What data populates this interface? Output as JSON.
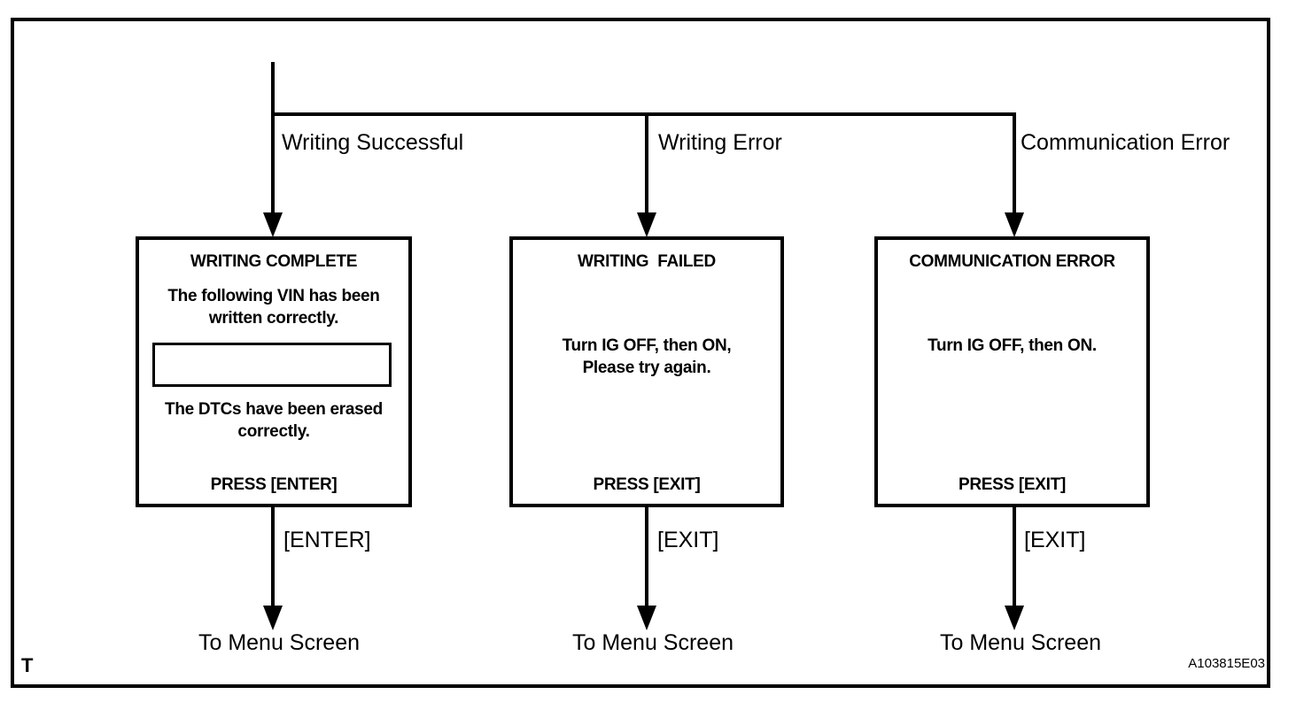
{
  "figure": {
    "corner_mark": "T",
    "figure_code": "A103815E03"
  },
  "branches": [
    {
      "condition": "Writing Successful",
      "screen": {
        "title": "WRITING COMPLETE",
        "body_top": "The following VIN has been\nwritten correctly.",
        "vin_field_value": "",
        "body_bottom": "The DTCs have been erased\ncorrectly.",
        "press_label": "PRESS [ENTER]"
      },
      "key_label": "[ENTER]",
      "destination": "To Menu Screen"
    },
    {
      "condition": "Writing Error",
      "screen": {
        "title": "WRITING  FAILED",
        "body": "Turn IG OFF, then ON,\nPlease try again.",
        "press_label": "PRESS [EXIT]"
      },
      "key_label": "[EXIT]",
      "destination": "To Menu Screen"
    },
    {
      "condition": "Communication Error",
      "screen": {
        "title": "COMMUNICATION ERROR",
        "body": "Turn IG OFF, then ON.",
        "press_label": "PRESS [EXIT]"
      },
      "key_label": "[EXIT]",
      "destination": "To Menu Screen"
    }
  ]
}
